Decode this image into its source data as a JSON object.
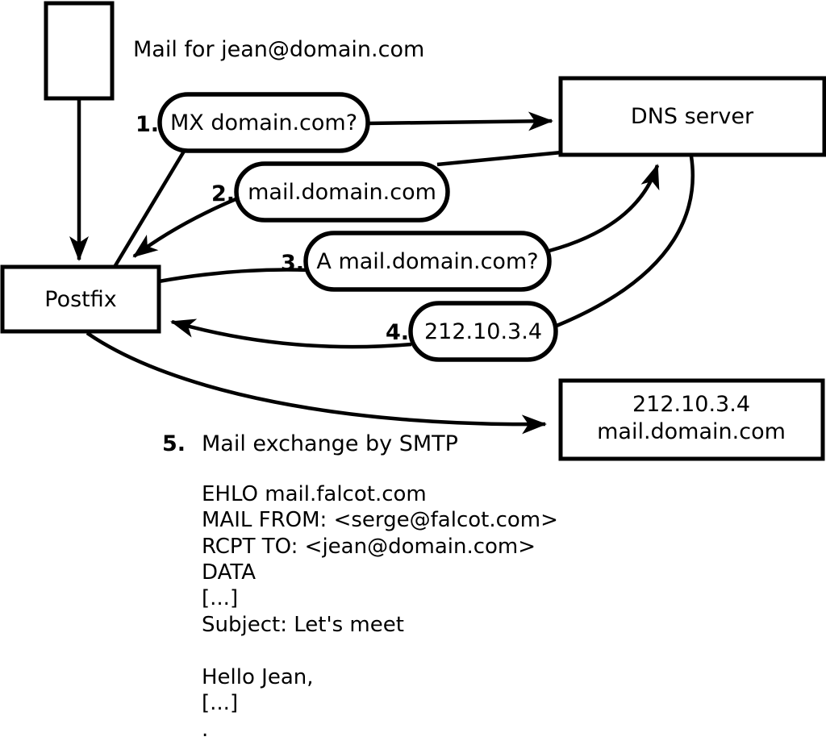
{
  "title": "Mail for jean@domain.com",
  "colors": {
    "ink": "#000000",
    "paper": "#ffffff"
  },
  "nodes": {
    "envelope": {
      "name": "envelope"
    },
    "postfix": {
      "label": "Postfix"
    },
    "dns": {
      "label": "DNS server"
    },
    "mailhost": {
      "line1": "212.10.3.4",
      "line2": "mail.domain.com"
    }
  },
  "callouts": [
    {
      "num": "1.",
      "label": "MX domain.com?"
    },
    {
      "num": "2.",
      "label": "mail.domain.com"
    },
    {
      "num": "3.",
      "label": "A mail.domain.com?"
    },
    {
      "num": "4.",
      "label": "212.10.3.4"
    }
  ],
  "step5": {
    "num": "5.",
    "label": "Mail exchange by SMTP"
  },
  "smtp": {
    "lines": [
      "EHLO mail.falcot.com",
      "MAIL FROM: <serge@falcot.com>",
      "RCPT TO: <jean@domain.com>",
      "DATA",
      "[...]",
      "Subject: Let's meet",
      "",
      "Hello Jean,",
      "[...]",
      "."
    ]
  }
}
